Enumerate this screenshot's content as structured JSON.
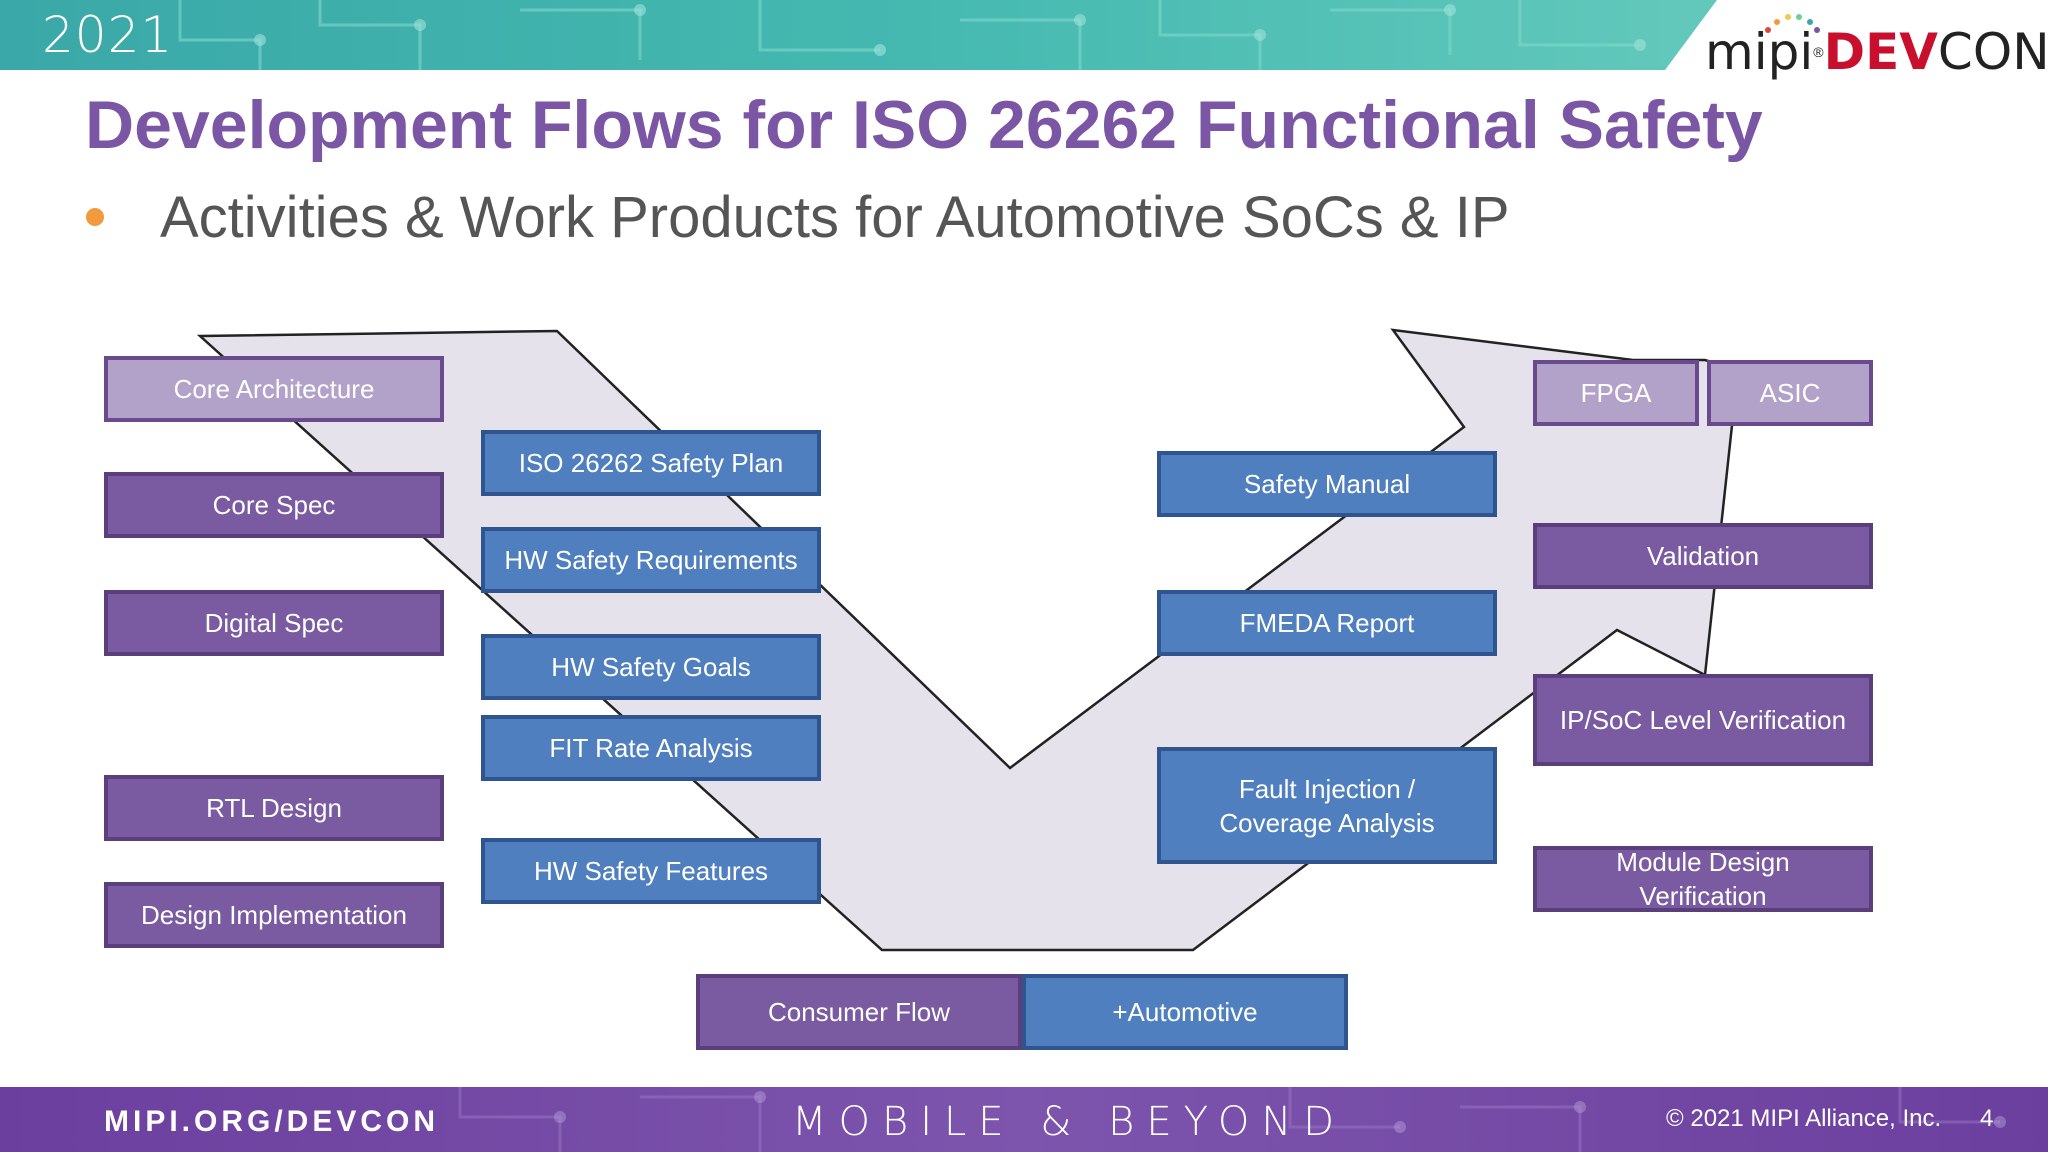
{
  "header": {
    "year": "2021",
    "logo": {
      "mipi": "mipi",
      "dev": "DEV",
      "con": "CON",
      "registered": "®"
    }
  },
  "title": "Development Flows for ISO 26262 Functional Safety",
  "subtitle": "Activities & Work Products for Automotive SoCs & IP",
  "colors": {
    "title": "#7a56a4",
    "bullet": "#f39a3e",
    "light_purple": "#b2a1c8",
    "purple": "#7a5aa0",
    "blue": "#4f7fbe",
    "arrow_fill": "#e6e2ec",
    "footer": "#6b3f9e",
    "header": "#45b9b0"
  },
  "boxes": {
    "core_architecture": "Core Architecture",
    "core_spec": "Core Spec",
    "digital_spec": "Digital Spec",
    "rtl_design": "RTL Design",
    "design_implementation": "Design Implementation",
    "iso_safety_plan": "ISO 26262 Safety Plan",
    "hw_safety_requirements": "HW Safety Requirements",
    "hw_safety_goals": "HW Safety Goals",
    "fit_rate_analysis": "FIT Rate Analysis",
    "hw_safety_features": "HW Safety Features",
    "safety_manual": "Safety Manual",
    "fmeda_report": "FMEDA Report",
    "fault_injection_line1": "Fault Injection /",
    "fault_injection_line2": "Coverage Analysis",
    "fpga": "FPGA",
    "asic": "ASIC",
    "validation": "Validation",
    "ip_soc_verification": "IP/SoC Level Verification",
    "module_verification_line1": "Module Design",
    "module_verification_line2": "Verification"
  },
  "legend": {
    "consumer_flow": "Consumer Flow",
    "automotive": "+Automotive"
  },
  "footer": {
    "url": "MIPI.ORG/DEVCON",
    "tagline": "MOBILE & BEYOND",
    "copyright": "© 2021 MIPI Alliance, Inc.",
    "page": "4"
  }
}
